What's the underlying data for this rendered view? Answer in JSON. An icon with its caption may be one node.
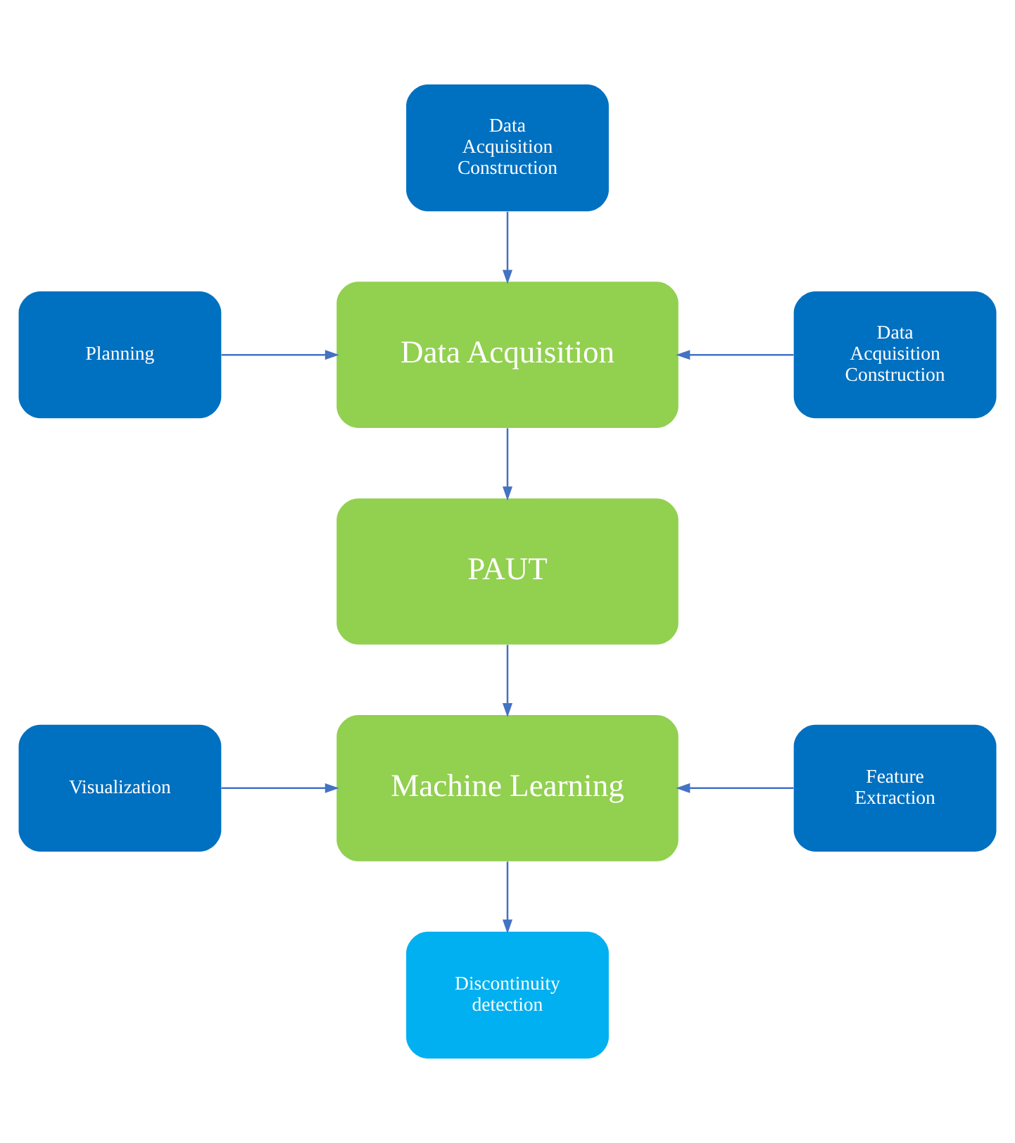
{
  "diagram": {
    "nodes": [
      {
        "text": [
          "Data Acquisition Construction"
        ]
      },
      {
        "text": [
          "Planning"
        ]
      },
      {
        "text": [
          "Data Acquisition"
        ]
      },
      {
        "text": [
          "Data Acquisition Construction"
        ]
      },
      {
        "text": [
          "PAUT"
        ]
      },
      {
        "text": [
          "Visualization"
        ]
      },
      {
        "text": [
          "Machine Learning"
        ]
      },
      {
        "text": [
          "Feature Extraction"
        ]
      },
      {
        "text": [
          "Discontinuity detection"
        ]
      }
    ],
    "edges": [
      {
        "from": 0,
        "to": 2,
        "arrow": "to"
      },
      {
        "from": 1,
        "to": 2,
        "arrow": "to"
      },
      {
        "from": 3,
        "to": 2,
        "arrow": "to"
      },
      {
        "from": 2,
        "to": 4,
        "arrow": "to"
      },
      {
        "from": 4,
        "to": 6,
        "arrow": "to"
      },
      {
        "from": 5,
        "to": 6,
        "arrow": "to"
      },
      {
        "from": 7,
        "to": 6,
        "arrow": "to"
      },
      {
        "from": 6,
        "to": 8,
        "arrow": "to"
      }
    ]
  }
}
